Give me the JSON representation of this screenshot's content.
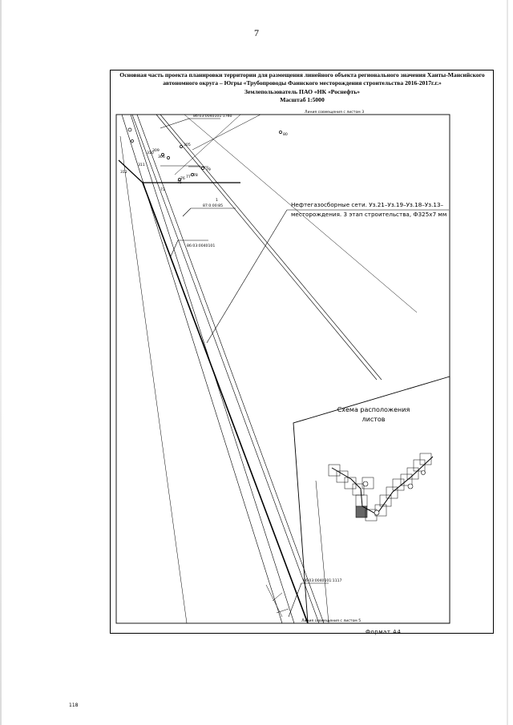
{
  "page_number": "7",
  "header": {
    "line1": "Основная часть проекта планировки территории для размещения линейного объекта регионального значения Ханты-Мансийского",
    "line2": "автономного округа – Югры «Трубопроводы Фаинского месторождения строительства 2016-2017г.г.»",
    "line3": "Землепользователь ПАО «НК «Роснефть»",
    "line4": "Масштаб 1:5000"
  },
  "map": {
    "top_combine_line": "Линия совмещения с листом 3",
    "bottom_combine_line": "Линия совмещения с листом 5",
    "parcel_top": "86:03:0040101:1760",
    "parcel_mid": "86:03:0040101",
    "parcel_bottom": "86:03:0040101:1117",
    "parcel_small": "87:0 00:85",
    "pipeline_line1": "Нефтегазосборные сети. Уз.21–Уз.19–Уз.18–Уз.13–",
    "pipeline_line2": "месторождения. 3 этап строительства, Ф325х7 мм",
    "points": [
      "80",
      "79",
      "73",
      "78",
      "77",
      "76",
      "75",
      "306",
      "305",
      "309",
      "310",
      "311",
      "312",
      "1"
    ]
  },
  "inset": {
    "title_line1": "Схема расположения",
    "title_line2": "листов"
  },
  "format_label": "Формат А4",
  "footer_number": "118"
}
